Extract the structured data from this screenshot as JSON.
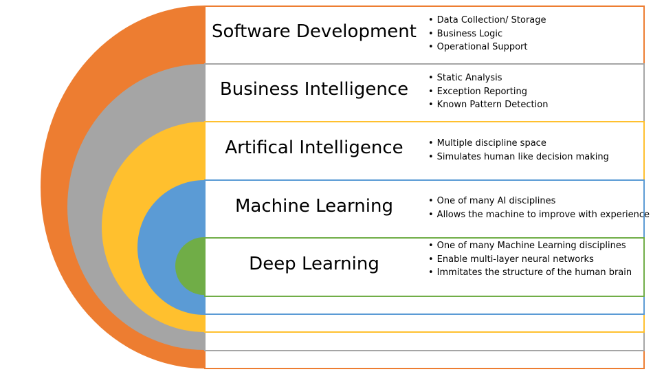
{
  "colors": {
    "software": "#ED7D31",
    "business": "#A5A5A5",
    "ai": "#FFC02E",
    "ml": "#5B9BD5",
    "dl": "#70AD47"
  },
  "layers": [
    {
      "title": "Software Development",
      "bullets": [
        "Data Collection/ Storage",
        "Business Logic",
        "Operational Support"
      ]
    },
    {
      "title": "Business Intelligence",
      "bullets": [
        "Static Analysis",
        "Exception Reporting",
        "Known Pattern Detection"
      ]
    },
    {
      "title": "Artifical Intelligence",
      "bullets": [
        "Multiple discipline space",
        "Simulates human like decision making"
      ]
    },
    {
      "title": "Machine Learning",
      "bullets": [
        "One of many AI disciplines",
        "Allows the machine to improve with experience"
      ]
    },
    {
      "title": "Deep Learning",
      "bullets": [
        "One of many Machine Learning disciplines",
        "Enable multi-layer neural networks",
        "Immitates the structure of the human brain"
      ]
    }
  ]
}
